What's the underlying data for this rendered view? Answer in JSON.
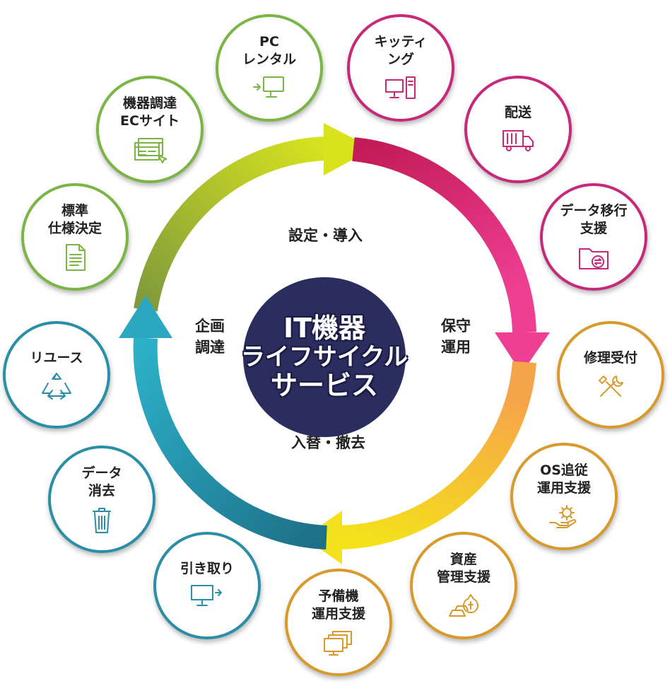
{
  "center": {
    "line1": "IT機器",
    "line2": "ライフサイクル",
    "line3": "サービス"
  },
  "phases": {
    "top": "設定・導入",
    "right": "保守\n運用",
    "bottom": "入替・撤去",
    "left": "企画\n調達"
  },
  "colors": {
    "green": "#7bb545",
    "magenta": "#c8287a",
    "gold": "#d79a2b",
    "teal": "#2a8fa6",
    "center_bg": "#2a2d5e"
  },
  "nodes": [
    {
      "id": "pc-rental",
      "label": "PC\nレンタル",
      "icon": "pc-rental-icon",
      "color": "#7bb545"
    },
    {
      "id": "kitting",
      "label": "キッティ\nング",
      "icon": "desktop-tower-icon",
      "color": "#c8287a"
    },
    {
      "id": "delivery",
      "label": "配送",
      "icon": "truck-icon",
      "color": "#c8287a"
    },
    {
      "id": "data-migration",
      "label": "データ移行\n支援",
      "icon": "folder-sync-icon",
      "color": "#c8287a"
    },
    {
      "id": "repair",
      "label": "修理受付",
      "icon": "tools-icon",
      "color": "#d79a2b"
    },
    {
      "id": "os-update",
      "label": "OS追従\n運用支援",
      "icon": "gear-hand-icon",
      "color": "#d79a2b"
    },
    {
      "id": "asset",
      "label": "資産\n管理支援",
      "icon": "gold-bag-icon",
      "color": "#d79a2b"
    },
    {
      "id": "spare",
      "label": "予備機\n運用支援",
      "icon": "stacked-monitors-icon",
      "color": "#d79a2b"
    },
    {
      "id": "pickup",
      "label": "引き取り",
      "icon": "monitor-return-icon",
      "color": "#2a8fa6"
    },
    {
      "id": "data-erase",
      "label": "データ\n消去",
      "icon": "trash-icon",
      "color": "#2a8fa6"
    },
    {
      "id": "reuse",
      "label": "リユース",
      "icon": "recycle-icon",
      "color": "#2a8fa6"
    },
    {
      "id": "standard-spec",
      "label": "標準\n仕様決定",
      "icon": "document-icon",
      "color": "#7bb545"
    },
    {
      "id": "ec-site",
      "label": "機器調達\nECサイト",
      "icon": "web-window-icon",
      "color": "#7bb545"
    }
  ]
}
